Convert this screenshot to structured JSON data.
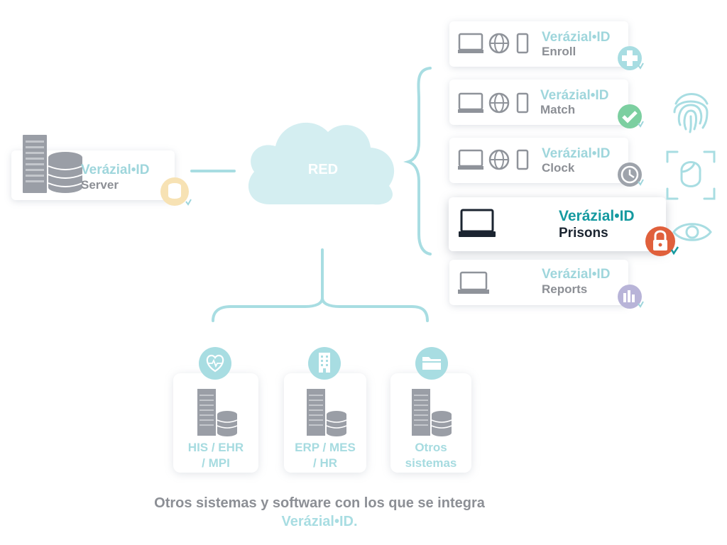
{
  "brand": "Verázial•ID",
  "server": {
    "name": "Server"
  },
  "network": {
    "label": "RED"
  },
  "modules": [
    {
      "name": "Enroll"
    },
    {
      "name": "Match"
    },
    {
      "name": "Clock"
    },
    {
      "name": "Prisons",
      "highlighted": true
    },
    {
      "name": "Reports"
    }
  ],
  "systems": [
    {
      "line1": "HIS / EHR",
      "line2": "/ MPI",
      "icon": "heart-icon"
    },
    {
      "line1": "ERP / MES",
      "line2": "/ HR",
      "icon": "building-icon"
    },
    {
      "line1": "Otros",
      "line2": "sistemas",
      "icon": "folder-icon"
    }
  ],
  "caption": {
    "line1": "Otros sistemas y software con los que se integra",
    "line2": "Verázial•ID."
  },
  "colors": {
    "accent": "#159aa0",
    "light_teal": "#a8dde2",
    "cloud": "#d4eef1",
    "grey": "#8c8f95",
    "prison_red": "#e0603c",
    "dark_text": "#1b2430"
  }
}
